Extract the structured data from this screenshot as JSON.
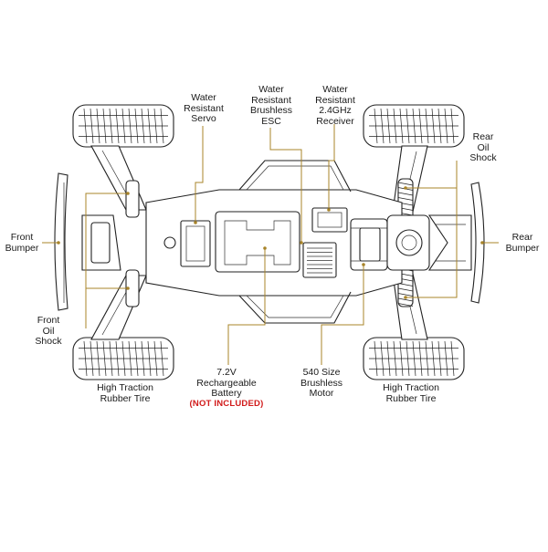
{
  "labels": {
    "water_servo": "Water\nResistant\nServo",
    "water_esc": "Water\nResistant\nBrushless\nESC",
    "water_receiver": "Water\nResistant\n2.4GHz\nReceiver",
    "rear_shock": "Rear\nOil\nShock",
    "front_bumper": "Front\nBumper",
    "rear_bumper": "Rear\nBumper",
    "front_shock": "Front\nOil\nShock",
    "front_tire": "High Traction\nRubber Tire",
    "rear_tire": "High Traction\nRubber Tire",
    "battery": "7.2V\nRechargeable\nBattery",
    "battery_note": "(NOT INCLUDED)",
    "motor": "540 Size\nBrushless\nMotor"
  },
  "colors": {
    "leader_line": "#a8842a",
    "note_red": "#d11a1a",
    "outline": "#222222"
  }
}
